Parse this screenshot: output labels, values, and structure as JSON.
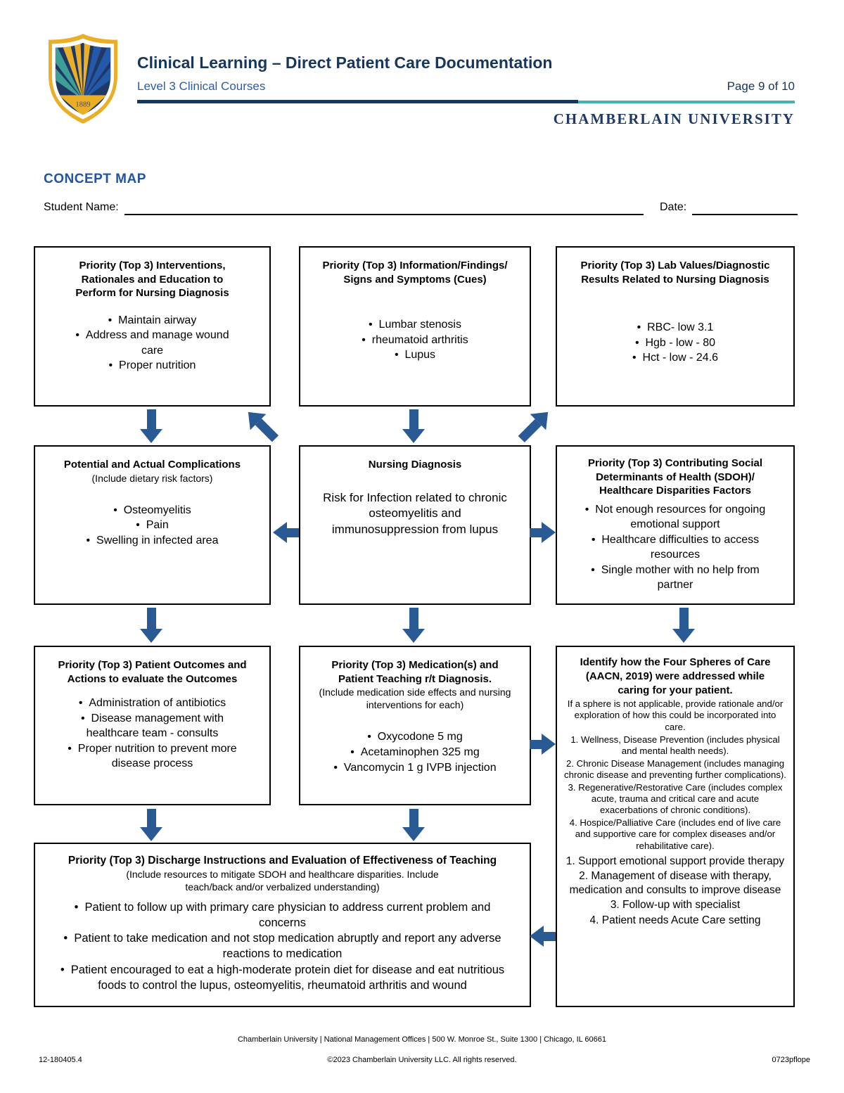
{
  "header": {
    "title": "Clinical Learning – Direct Patient Care Documentation",
    "subtitle": "Level 3 Clinical Courses",
    "page_label": "Page 9 of 10",
    "university_wordmark": "CHAMBERLAIN UNIVERSITY",
    "logo_year": "1889"
  },
  "concept_map": {
    "section_title": "CONCEPT MAP",
    "student_name_label": "Student Name:",
    "date_label": "Date:"
  },
  "boxes": {
    "interventions": {
      "title": "Priority (Top 3) Interventions, Rationales and Education to Perform for Nursing Diagnosis",
      "bullets": [
        "Maintain airway",
        "Address and manage wound care",
        "Proper nutrition"
      ]
    },
    "findings": {
      "title": "Priority (Top 3) Information/Findings/ Signs and Symptoms (Cues)",
      "bullets": [
        "Lumbar stenosis",
        "rheumatoid arthritis",
        "Lupus"
      ]
    },
    "labs": {
      "title": "Priority (Top 3) Lab Values/Diagnostic Results Related to Nursing Diagnosis",
      "bullets": [
        "RBC- low 3.1",
        "Hgb - low - 80",
        "Hct - low - 24.6"
      ]
    },
    "complications": {
      "title": "Potential and Actual Complications",
      "subtitle": "(Include dietary risk factors)",
      "bullets": [
        "Osteomyelitis",
        "Pain",
        "Swelling in infected area"
      ]
    },
    "nursing_diagnosis": {
      "title": "Nursing Diagnosis",
      "body": "Risk for Infection related to chronic osteomyelitis and immunosuppression from lupus"
    },
    "sdoh": {
      "title": "Priority (Top 3) Contributing Social Determinants of Health (SDOH)/ Healthcare Disparities Factors",
      "bullets": [
        "Not enough resources for ongoing emotional support",
        "Healthcare difficulties to access resources",
        "Single mother with no help from partner"
      ]
    },
    "outcomes": {
      "title": "Priority (Top 3) Patient Outcomes and Actions to evaluate the Outcomes",
      "bullets": [
        "Administration of antibiotics",
        "Disease management with healthcare team - consults",
        "Proper nutrition to prevent more disease process"
      ]
    },
    "medications": {
      "title": "Priority (Top 3) Medication(s) and Patient Teaching r/t Diagnosis.",
      "subtitle": "(Include medication side effects and nursing interventions for each)",
      "bullets": [
        "Oxycodone 5 mg",
        "Acetaminophen 325 mg",
        "Vancomycin 1 g IVPB injection"
      ]
    },
    "spheres": {
      "title": "Identify how the Four Spheres of Care (AACN, 2019) were addressed while caring for your patient.",
      "intro": "If a sphere is not applicable, provide rationale and/or exploration of how this could be incorporated into care.",
      "definitions": [
        "1. Wellness, Disease Prevention (includes physical and mental health needs).",
        "2. Chronic Disease Management (includes managing chronic disease and preventing further complications).",
        "3. Regenerative/Restorative Care (includes complex acute, trauma and critical care and acute exacerbations of chronic conditions).",
        "4. Hospice/Palliative Care (includes end of live care and supportive care for complex diseases and/or rehabilitative care)."
      ],
      "answers": [
        "1.  Support emotional support provide therapy",
        "2. Management of disease with therapy, medication and consults to improve disease",
        "3. Follow-up with specialist",
        "4. Patient needs Acute Care setting"
      ]
    },
    "discharge": {
      "title": "Priority (Top 3) Discharge Instructions and Evaluation of Effectiveness of Teaching",
      "subtitle": "(Include resources to mitigate SDOH and healthcare disparities. Include teach/back and/or verbalized understanding)",
      "bullets": [
        "Patient to follow up with primary care physician to address current problem and concerns",
        "Patient to take medication and not stop medication abruptly and report any adverse reactions to medication",
        "Patient encouraged to eat a high-moderate protein diet for disease and eat nutritious foods to control the lupus, osteomyelitis, rheumatoid arthritis and wound"
      ]
    }
  },
  "footer": {
    "address": "Chamberlain University | National Management Offices | 500 W. Monroe St., Suite 1300 | Chicago, IL 60661",
    "doc_number": "12-180405.4",
    "copyright": "©2023 Chamberlain University LLC. All rights reserved.",
    "code": "0723pflope"
  },
  "colors": {
    "navy": "#17365D",
    "blue": "#1F55A4",
    "teal": "#45B3AB",
    "arrow_blue": "#2A5A94",
    "gold": "#EAAE27"
  }
}
